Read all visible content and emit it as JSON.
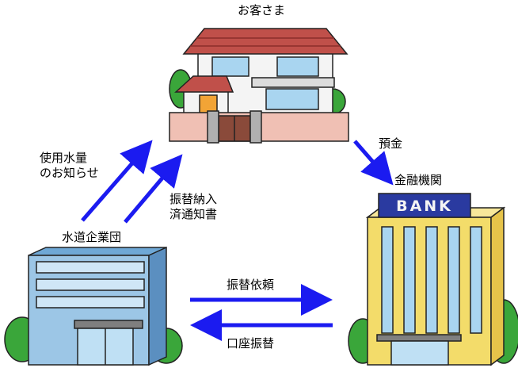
{
  "labels": {
    "customer": "お客さま",
    "deposit": "預金",
    "bank": "金融機関",
    "usage_notice_line1": "使用水量",
    "usage_notice_line2": "のお知らせ",
    "transfer_notice_line1": "振替納入",
    "transfer_notice_line2": "済通知書",
    "water_utility": "水道企業団",
    "transfer_request": "振替依頼",
    "account_transfer": "口座振替",
    "bank_sign": "BANK"
  },
  "colors": {
    "arrow": "#1b1bf0",
    "roof": "#c0504a",
    "bank_wall": "#f3dc6a",
    "office_wall": "#9cc6e6",
    "tree": "#3aa63a",
    "sign": "#2a3aa0"
  }
}
